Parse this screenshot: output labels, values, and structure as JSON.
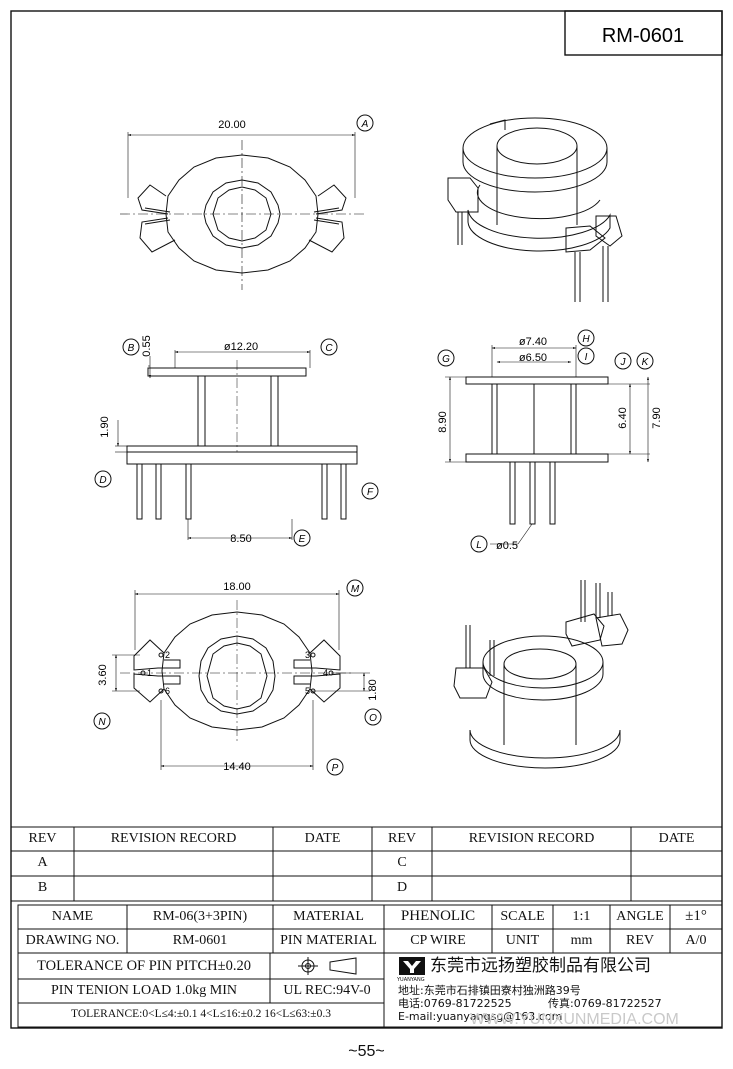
{
  "part_number": "RM-0601",
  "page_number": "~55~",
  "dimensions": {
    "top_width": "20.00",
    "flange_dia": "ø12.20",
    "flange_thk": "0.55",
    "base_thk": "1.90",
    "pin_span": "8.50",
    "outer_dia": "ø7.40",
    "inner_dia": "ø6.50",
    "height_total": "8.90",
    "inner_height": "6.40",
    "outer_height": "7.90",
    "pin_dia": "ø0.5",
    "bottom_width": "18.00",
    "bottom_span": "14.40",
    "pin_row_gap": "3.60",
    "pin_offset": "1.80"
  },
  "markers": [
    "A",
    "B",
    "C",
    "D",
    "E",
    "F",
    "G",
    "H",
    "I",
    "J",
    "K",
    "L",
    "M",
    "N",
    "O",
    "P"
  ],
  "pin_labels": [
    "1",
    "2",
    "3",
    "4",
    "5",
    "6"
  ],
  "revision_table": {
    "headers": [
      "REV",
      "REVISION RECORD",
      "DATE",
      "REV",
      "REVISION RECORD",
      "DATE"
    ],
    "rows": [
      [
        "A",
        "",
        "",
        "C",
        "",
        ""
      ],
      [
        "B",
        "",
        "",
        "D",
        "",
        ""
      ]
    ]
  },
  "title_block": {
    "name_label": "NAME",
    "name_value": "RM-06(3+3PIN)",
    "material_label": "MATERIAL",
    "material_value": "PHENOLIC",
    "scale_label": "SCALE",
    "scale_value": "1:1",
    "angle_label": "ANGLE",
    "angle_value": "±1°",
    "drawing_no_label": "DRAWING NO.",
    "drawing_no_value": "RM-0601",
    "pin_material_label": "PIN MATERIAL",
    "pin_material_value": "CP WIRE",
    "unit_label": "UNIT",
    "unit_value": "mm",
    "rev_label": "REV",
    "rev_value": "A/0",
    "tolerance_pitch": "TOLERANCE OF PIN PITCH±0.20",
    "pin_tension": "PIN TENION LOAD 1.0kg MIN",
    "ul_rec": "UL REC:94V-0",
    "tolerance_ranges": "TOLERANCE:0<L≤4:±0.1  4<L≤16:±0.2  16<L≤63:±0.3",
    "company_name": "东莞市远扬塑胶制品有限公司",
    "brand": "YUANYANG",
    "address": "地址:东莞市石排镇田寮村独洲路39号",
    "phone": "电话:0769-81722525",
    "fax": "传真:0769-81722527",
    "email": "E-mail:yuanyangsg@163.com",
    "watermark": "WWW.YUNXUNMEDIA.COM"
  }
}
